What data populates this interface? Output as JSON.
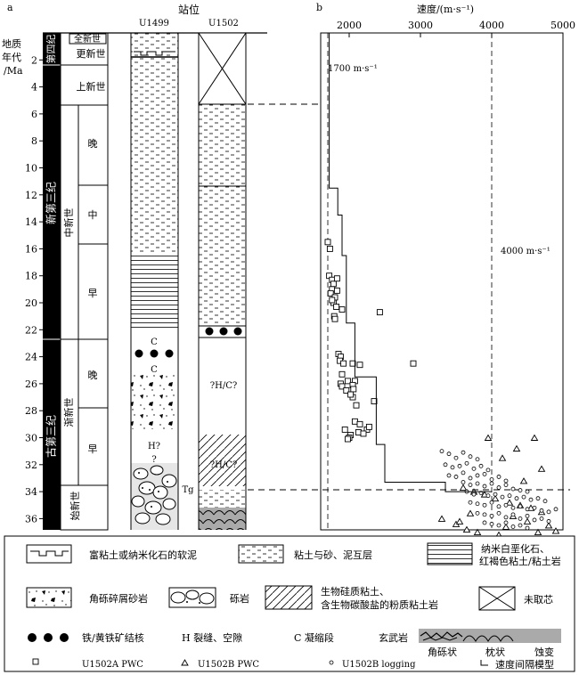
{
  "panel_a": {
    "label": "a",
    "station_header": "站位",
    "stations": [
      "U1499",
      "U1502"
    ],
    "age_axis_label": [
      "地质",
      "年代",
      "/Ma"
    ],
    "age_ticks": [
      2,
      4,
      6,
      8,
      10,
      12,
      14,
      16,
      18,
      20,
      22,
      24,
      26,
      28,
      30,
      32,
      34,
      36
    ],
    "periods": [
      "第四纪",
      "新第三纪",
      "古第三纪"
    ],
    "epochs": [
      "全新世",
      "更新世",
      "上新世",
      "中新世",
      "渐新世",
      "始新世"
    ],
    "subdivisions": [
      "晚",
      "中",
      "早",
      "晚",
      "早"
    ],
    "u1499_labels": [
      "C",
      "C",
      "H?",
      "?",
      "Tg"
    ],
    "u1502_labels": [
      "?H/C?",
      "?H/C?"
    ]
  },
  "panel_b": {
    "label": "b",
    "axis_title": "速度/(m·s⁻¹)",
    "x_ticks": [
      "2000",
      "3000",
      "4000",
      "5000"
    ],
    "annotations": [
      "1700 m·s⁻¹",
      "4000 m·s⁻¹"
    ]
  },
  "chart_data": {
    "type": "scatter",
    "xlabel": "速度/(m·s⁻¹)",
    "ylabel": "地质年代/Ma",
    "xlim": [
      1600,
      5000
    ],
    "ylim": [
      0,
      38
    ],
    "reference_lines": [
      1700,
      4000
    ],
    "series": [
      {
        "name": "U1502A PWC",
        "marker": "square",
        "x": [
          1700,
          1730,
          1720,
          1760,
          1780,
          1760,
          1740,
          1800,
          1780,
          1820,
          1760,
          1790,
          1800,
          1830,
          1830,
          1900,
          1850,
          1880,
          1870,
          1920,
          1880,
          1900,
          1960,
          2050,
          2080,
          2150,
          2430,
          2900,
          2350,
          1900,
          1980,
          2050,
          2060,
          2050,
          2100,
          2080,
          2150,
          1940,
          2020,
          2130,
          2250,
          2280,
          2200,
          2000,
          1980,
          2020
        ],
        "y": [
          15.5,
          16.0,
          18.0,
          18.3,
          18.6,
          19.0,
          19.3,
          19.6,
          20.0,
          20.3,
          19.8,
          21.0,
          21.2,
          18.2,
          19.1,
          20.5,
          23.8,
          24.0,
          24.3,
          24.5,
          26.0,
          26.2,
          26.5,
          24.5,
          25.8,
          24.6,
          20.7,
          24.5,
          27.3,
          25.3,
          25.8,
          26.1,
          26.4,
          27.0,
          27.6,
          28.8,
          29.0,
          29.4,
          29.8,
          29.6,
          29.4,
          29.2,
          29.7,
          30.0,
          30.1,
          26.8
        ]
      },
      {
        "name": "U1502B PWC",
        "marker": "triangle",
        "x": [
          3950,
          4600,
          4350,
          4150,
          4700,
          4450,
          3600,
          3750,
          3900,
          4050,
          4250,
          4400,
          4550,
          4700,
          3300,
          3500,
          3650,
          3800,
          4100,
          4300,
          4500,
          4800,
          3700,
          4200,
          4650,
          3850,
          4500,
          4900,
          4950,
          3550
        ],
        "y": [
          30.0,
          30.0,
          30.8,
          31.5,
          32.3,
          33.2,
          33.7,
          34.0,
          34.2,
          34.5,
          34.8,
          35.0,
          35.2,
          35.5,
          36.0,
          36.4,
          36.8,
          37.0,
          37.2,
          35.8,
          36.2,
          36.5,
          35.6,
          36.6,
          37.0,
          37.5,
          37.6,
          36.9,
          37.8,
          36.2
        ]
      },
      {
        "name": "U1502B logging",
        "marker": "dot",
        "x": [
          3300,
          3400,
          3500,
          3600,
          3700,
          3800,
          3350,
          3450,
          3550,
          3650,
          3750,
          3850,
          3950,
          3400,
          3500,
          3600,
          3700,
          3800,
          3900,
          4000,
          4100,
          4200,
          3600,
          3700,
          3800,
          3900,
          4000,
          4100,
          4200,
          4300,
          4400,
          4500,
          3650,
          3750,
          3850,
          3950,
          4050,
          4150,
          4250,
          4350,
          4450,
          4550,
          4650,
          4750,
          3700,
          3800,
          3900,
          4000,
          4100,
          4200,
          4300,
          4400,
          4500,
          4600,
          4700,
          4800,
          4900,
          3800,
          3900,
          4000,
          4100,
          4200,
          4300,
          4400,
          4500,
          4600,
          4700,
          4800,
          3900,
          4000,
          4100,
          4200,
          4300,
          4400,
          4500
        ],
        "y": [
          31.0,
          31.2,
          31.5,
          31.1,
          31.4,
          31.6,
          32.0,
          32.2,
          32.1,
          31.9,
          32.3,
          32.1,
          32.4,
          32.8,
          32.9,
          32.6,
          33.0,
          32.8,
          32.7,
          33.1,
          32.9,
          33.2,
          33.3,
          33.5,
          33.4,
          33.6,
          33.4,
          33.7,
          33.5,
          33.8,
          33.9,
          34.0,
          34.0,
          34.2,
          34.1,
          34.3,
          34.2,
          34.4,
          34.3,
          34.5,
          34.4,
          34.6,
          34.5,
          34.7,
          34.8,
          34.9,
          35.0,
          34.8,
          35.1,
          35.0,
          35.2,
          35.1,
          35.3,
          35.2,
          35.4,
          35.5,
          35.3,
          35.6,
          35.7,
          35.8,
          35.6,
          35.9,
          35.7,
          36.0,
          35.8,
          36.1,
          36.0,
          36.2,
          36.3,
          36.4,
          36.5,
          36.3,
          36.6,
          36.5,
          36.7
        ]
      },
      {
        "name": "速度间隔模型",
        "marker": "step",
        "x": [
          1720,
          1720,
          1840,
          1840,
          1900,
          1900,
          1960,
          1960,
          2080,
          2080,
          2380,
          2380,
          2500,
          2500,
          3350,
          3350,
          4000
        ],
        "y": [
          0,
          11.5,
          11.5,
          13.5,
          13.5,
          16.5,
          16.5,
          21.5,
          21.5,
          25.5,
          25.5,
          30.5,
          30.5,
          33.3,
          33.3,
          34.0,
          34.0
        ]
      }
    ]
  },
  "legend": {
    "soft_mud": "富粘土或纳米化石的软泥",
    "clay_sand": "粘土与砂、泥互层",
    "nanno_chalk": "纳米白垩化石、",
    "nanno_chalk2": "红褐色粘土/粘土岩",
    "breccia_sand": "角砾碎屑砂岩",
    "conglomerate": "砾岩",
    "biosiliceous": "生物硅质粘土、",
    "biosiliceous2": "含生物碳酸盐的粉质粘土岩",
    "no_core": "未取芯",
    "nodules": "铁/黄铁矿结核",
    "h_text": "H  裂缝、空隙",
    "c_text": "C  凝缩段",
    "basalt": "玄武岩",
    "basalt_breccia": "角砾状",
    "basalt_pillow": "枕状",
    "basalt_altered": "蚀变",
    "s1": "U1502A PWC",
    "s2": "U1502B PWC",
    "s3": "U1502B logging",
    "s4": "速度间隔模型"
  }
}
